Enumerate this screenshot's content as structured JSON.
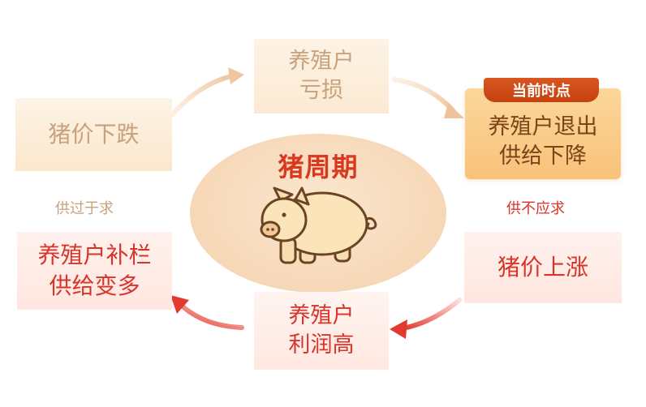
{
  "diagram": {
    "center": {
      "title": "猪周期"
    },
    "stages": {
      "top": {
        "lines": [
          "养殖户",
          "亏损"
        ]
      },
      "right_top": {
        "lines": [
          "养殖户退出",
          "供给下降"
        ],
        "badge": "当前时点"
      },
      "right_bottom": {
        "lines": [
          "猪价上涨"
        ]
      },
      "bottom": {
        "lines": [
          "养殖户",
          "利润高"
        ]
      },
      "left_bottom": {
        "lines": [
          "养殖户补栏",
          "供给变多"
        ]
      },
      "left_top": {
        "lines": [
          "猪价下跌"
        ]
      }
    },
    "annotations": {
      "right": "供不应求",
      "left": "供过于求"
    },
    "colors": {
      "faded_text": "#c8a17d",
      "current_text": "#7a4418",
      "badge_bg": "#c3420f",
      "future_text": "#d9342a",
      "arrow_faded": "#f0c8a4",
      "arrow_future": "#e7463a",
      "center_title": "#d9391f"
    }
  }
}
